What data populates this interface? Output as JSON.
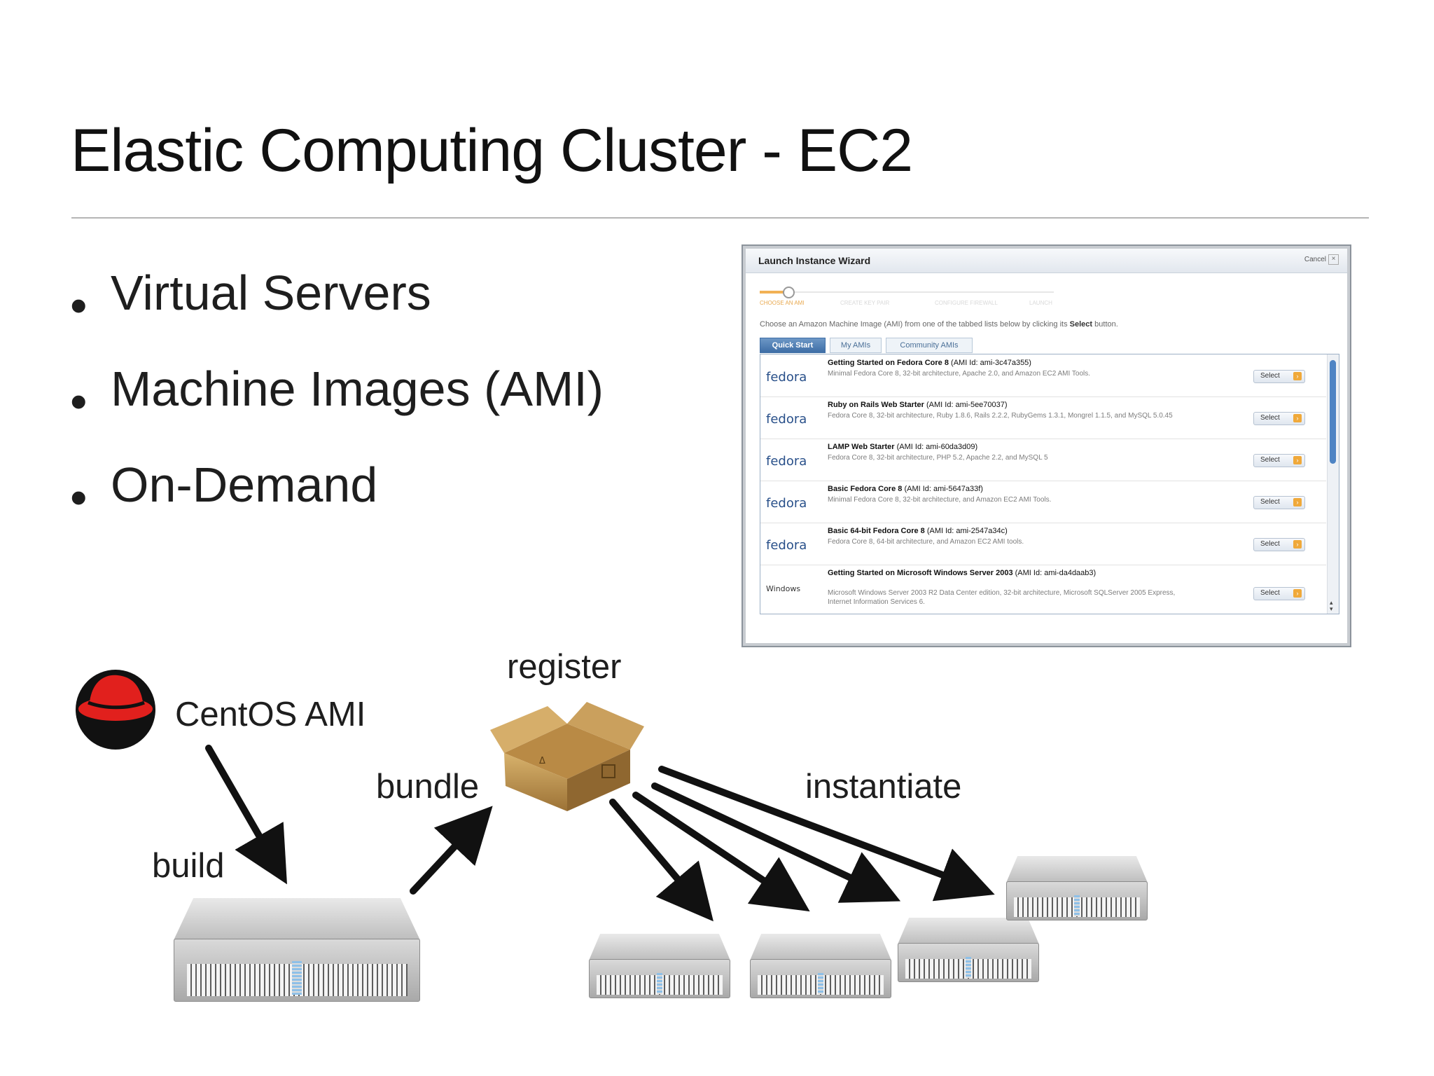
{
  "slide": {
    "title": "Elastic Computing Cluster - EC2",
    "bullets": [
      "Virtual Servers",
      "Machine Images (AMI)",
      "On-Demand"
    ]
  },
  "wizard": {
    "title": "Launch Instance Wizard",
    "cancel": "Cancel",
    "close": "×",
    "steps": [
      "CHOOSE AN AMI",
      "CREATE KEY PAIR",
      "CONFIGURE FIREWALL",
      "LAUNCH"
    ],
    "instruction_pre": "Choose an Amazon Machine Image (AMI) from one of the tabbed lists below by clicking its ",
    "instruction_bold": "Select",
    "instruction_post": " button.",
    "tabs": [
      "Quick Start",
      "My AMIs",
      "Community AMIs"
    ],
    "select_label": "Select",
    "rows": [
      {
        "logo": "fedora",
        "title": "Getting Started on Fedora Core 8",
        "ami": "(AMI Id: ami-3c47a355)",
        "desc": "Minimal Fedora Core 8, 32-bit architecture, Apache 2.0, and Amazon EC2 AMI Tools."
      },
      {
        "logo": "fedora",
        "title": "Ruby on Rails Web Starter",
        "ami": "(AMI Id: ami-5ee70037)",
        "desc": "Fedora Core 8, 32-bit architecture, Ruby 1.8.6, Rails 2.2.2, RubyGems 1.3.1, Mongrel 1.1.5, and MySQL 5.0.45"
      },
      {
        "logo": "fedora",
        "title": "LAMP Web Starter",
        "ami": "(AMI Id: ami-60da3d09)",
        "desc": "Fedora Core 8, 32-bit architecture, PHP 5.2, Apache 2.2, and MySQL 5"
      },
      {
        "logo": "fedora",
        "title": "Basic Fedora Core 8",
        "ami": "(AMI Id: ami-5647a33f)",
        "desc": "Minimal Fedora Core 8, 32-bit architecture, and Amazon EC2 AMI Tools."
      },
      {
        "logo": "fedora",
        "title": "Basic 64-bit Fedora Core 8",
        "ami": "(AMI Id: ami-2547a34c)",
        "desc": "Fedora Core 8, 64-bit architecture, and Amazon EC2 AMI tools."
      },
      {
        "logo": "Windows",
        "title": "Getting Started on Microsoft Windows Server 2003",
        "ami": "(AMI Id: ami-da4daab3)",
        "desc": "Microsoft Windows Server 2003 R2 Data Center edition, 32-bit architecture, Microsoft SQLServer 2005 Express, Internet Information Services 6."
      }
    ]
  },
  "diagram": {
    "labels": {
      "centos": "CentOS AMI",
      "build": "build",
      "bundle": "bundle",
      "register": "register",
      "instantiate": "instantiate"
    }
  }
}
